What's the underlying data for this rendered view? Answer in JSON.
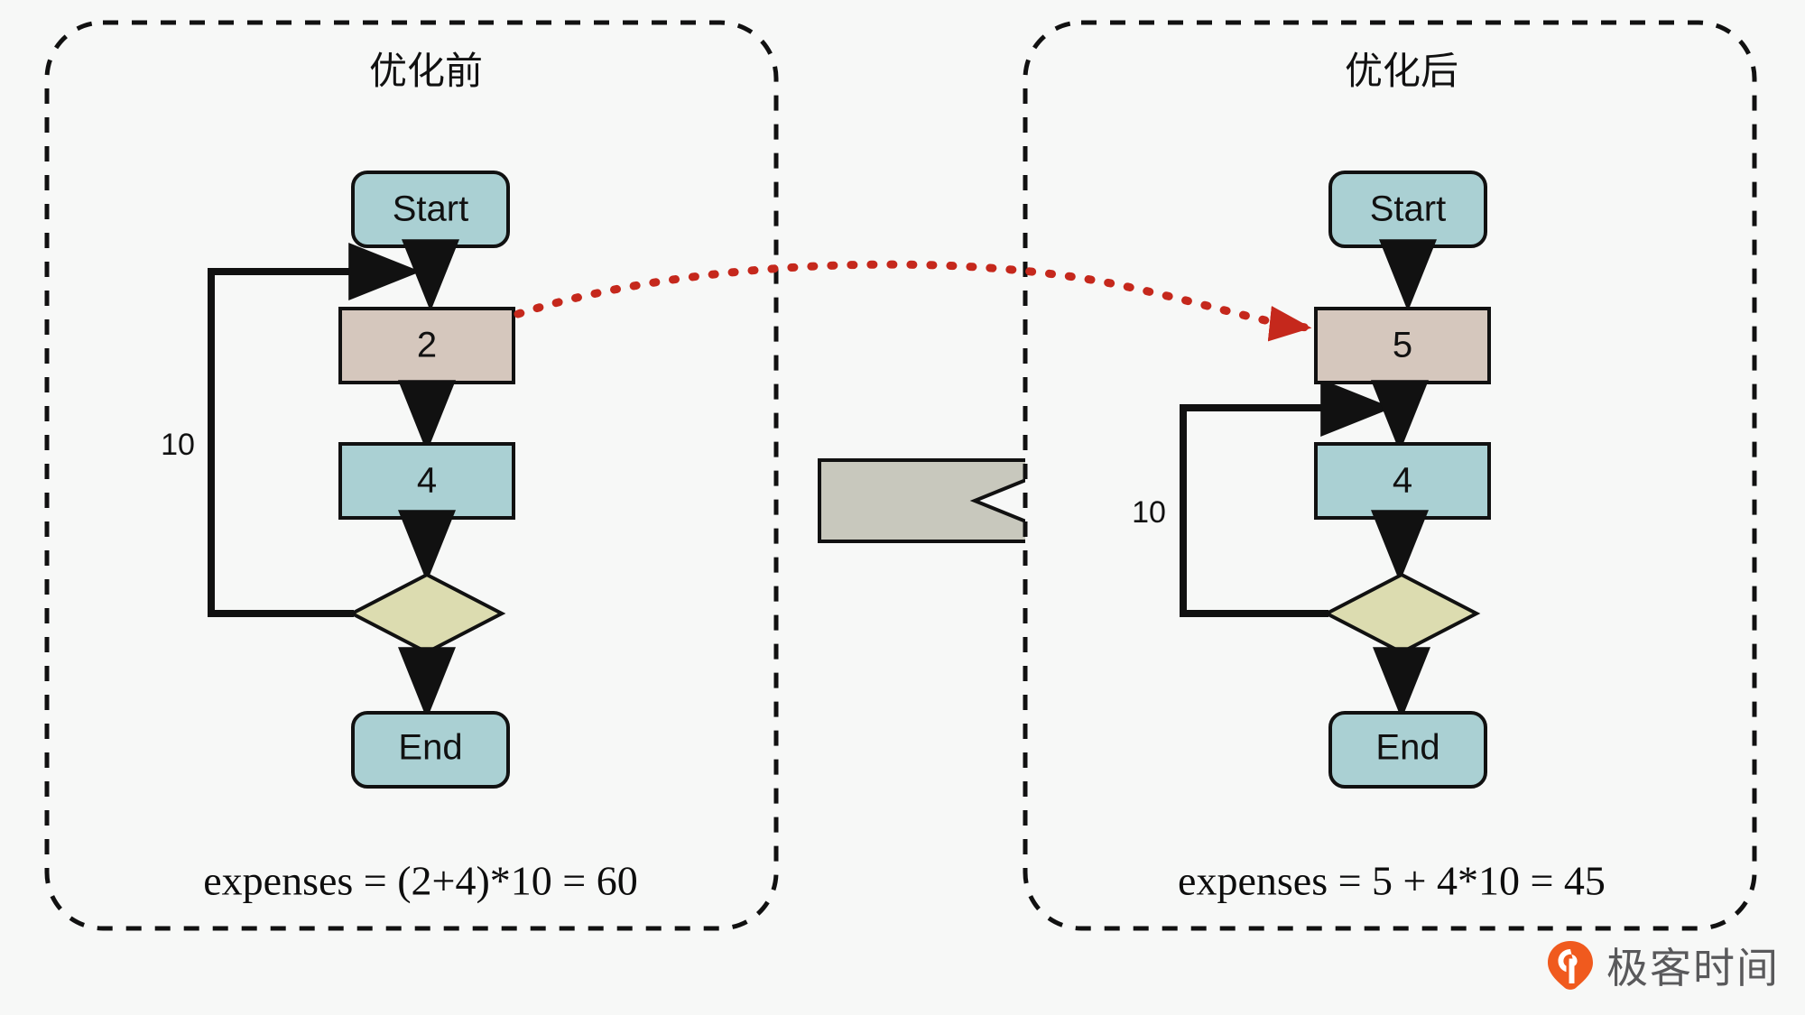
{
  "figure": {
    "title_before": "优化前",
    "title_after": "优化后",
    "formula_before": "expenses = (2+4)*10 = 60",
    "formula_after": "expenses = 5 + 4*10 = 45",
    "transform_arrow": "right-arrow"
  },
  "panel_before": {
    "title": "优化前",
    "nodes": [
      {
        "id": "start",
        "label": "Start",
        "shape": "rounded-rect",
        "color": "#aad0d3"
      },
      {
        "id": "body2",
        "label": "2",
        "shape": "rect",
        "color": "#d5c7bd"
      },
      {
        "id": "body4",
        "label": "4",
        "shape": "rect",
        "color": "#aad0d3"
      },
      {
        "id": "decision",
        "label": "",
        "shape": "diamond",
        "color": "#dcdcb0"
      },
      {
        "id": "end",
        "label": "End",
        "shape": "rounded-rect",
        "color": "#aad0d3"
      }
    ],
    "loop_label": "10",
    "formula": "expenses = (2+4)*10 = 60"
  },
  "panel_after": {
    "title": "优化后",
    "nodes": [
      {
        "id": "start",
        "label": "Start",
        "shape": "rounded-rect",
        "color": "#aad0d3"
      },
      {
        "id": "hoisted5",
        "label": "5",
        "shape": "rect",
        "color": "#d5c7bd"
      },
      {
        "id": "body4",
        "label": "4",
        "shape": "rect",
        "color": "#aad0d3"
      },
      {
        "id": "decision",
        "label": "",
        "shape": "diamond",
        "color": "#dcdcb0"
      },
      {
        "id": "end",
        "label": "End",
        "shape": "rounded-rect",
        "color": "#aad0d3"
      }
    ],
    "loop_label": "10",
    "formula": "expenses = 5 + 4*10 = 45"
  },
  "annotation": {
    "red_arrow_label": "",
    "red_arrow_color": "#c5281c"
  },
  "brand": {
    "name": "极客时间",
    "icon": "geektime-logo-icon",
    "icon_color": "#f05a1e"
  },
  "colors": {
    "background": "#f7f8f7",
    "teal": "#aad0d3",
    "tan": "#d5c7bd",
    "olive": "#dcdcb0",
    "gray_arrow": "#c8c8bd",
    "outline": "#111111",
    "red": "#c5281c"
  }
}
